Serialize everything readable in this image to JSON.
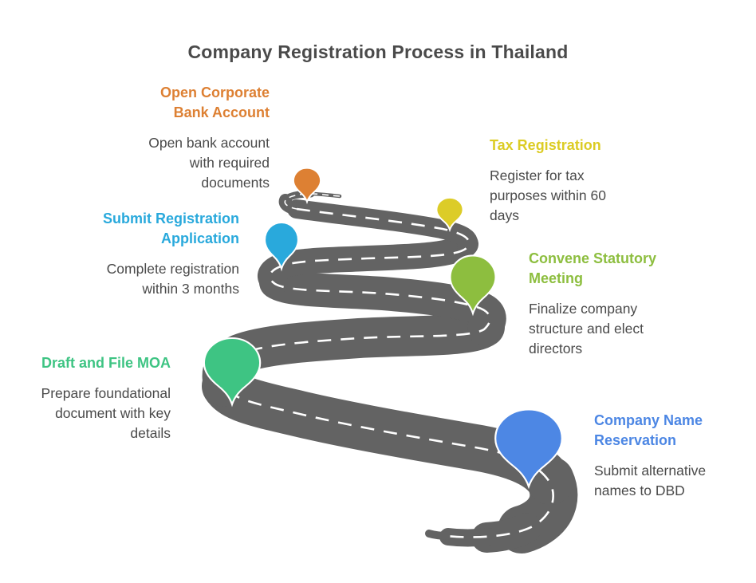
{
  "title": "Company Registration Process in Thailand",
  "steps": [
    {
      "name": "company-name-reservation",
      "title": "Company Name Reservation",
      "description": "Submit alternative names to DBD",
      "color": "#4D87E4"
    },
    {
      "name": "draft-and-file-moa",
      "title": "Draft and File MOA",
      "description": "Prepare foundational document with key details",
      "color": "#3EC483"
    },
    {
      "name": "convene-statutory-meeting",
      "title": "Convene Statutory Meeting",
      "description": "Finalize company structure and elect directors",
      "color": "#8DBE3F"
    },
    {
      "name": "submit-registration-application",
      "title": "Submit Registration Application",
      "description": "Complete registration within 3 months",
      "color": "#29A9DC"
    },
    {
      "name": "tax-registration",
      "title": "Tax Registration",
      "description": "Register for tax purposes within 60 days",
      "color": "#DCCC24"
    },
    {
      "name": "open-corporate-bank-account",
      "title": "Open Corporate Bank Account",
      "description": "Open bank account with required documents",
      "color": "#DD8033"
    }
  ],
  "road_color": "#636363",
  "text_color": "#4a4a4a",
  "title_color": "#4a4a4a"
}
